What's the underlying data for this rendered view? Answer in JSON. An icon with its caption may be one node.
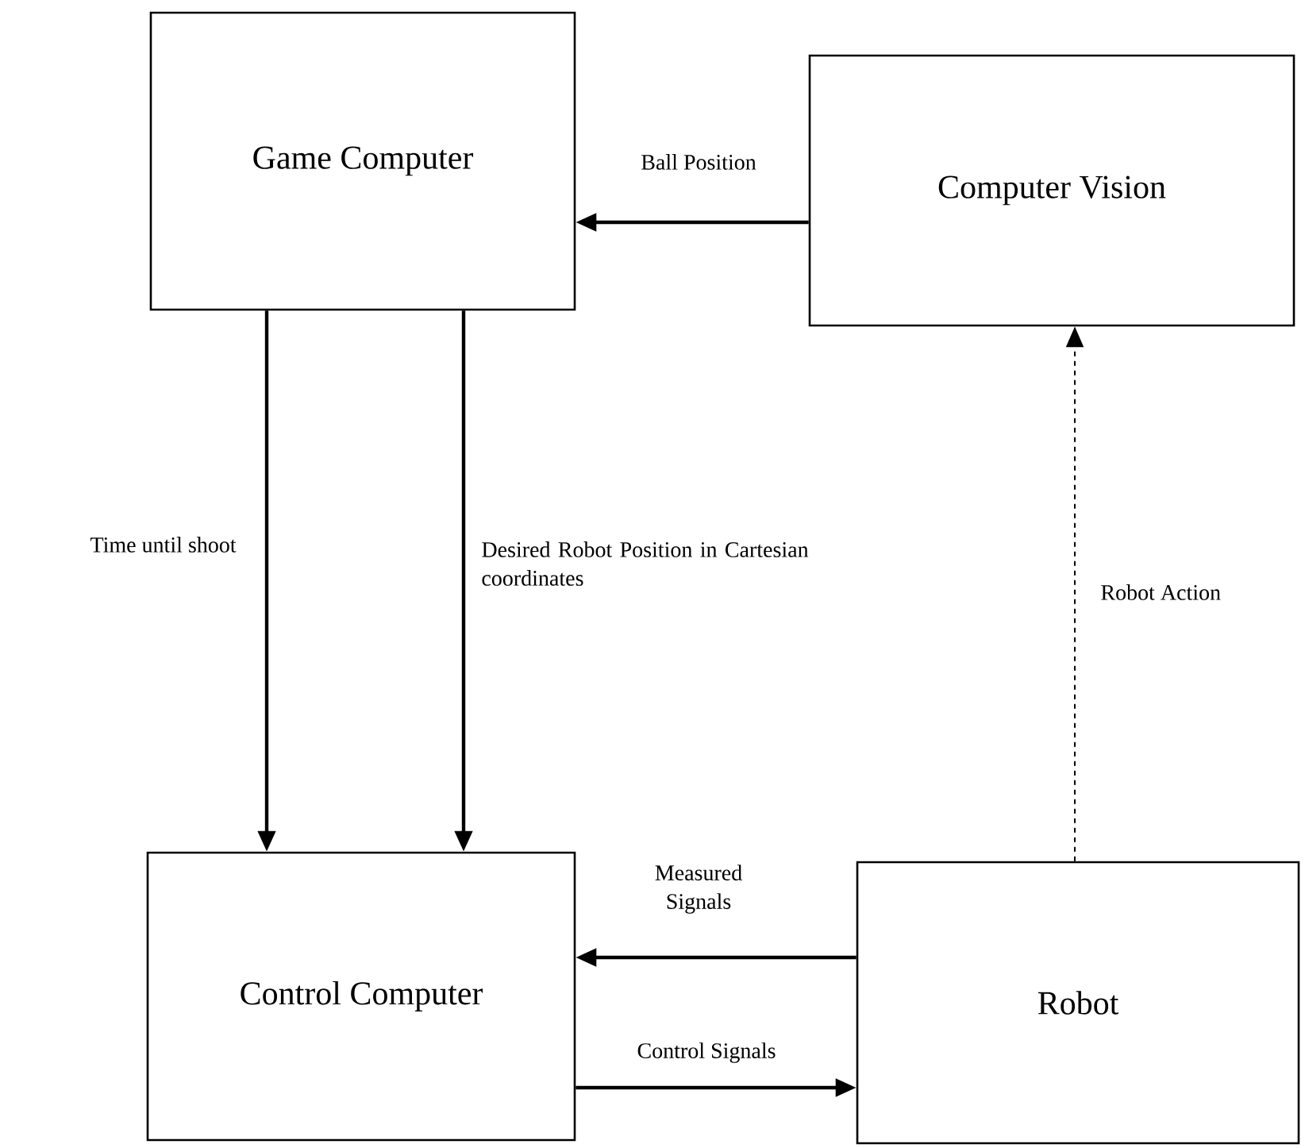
{
  "diagram": {
    "nodes": [
      {
        "text": [
          "Game Computer"
        ]
      },
      {
        "text": [
          "Computer Vision"
        ]
      },
      {
        "text": [
          "Control Computer"
        ]
      },
      {
        "text": [
          "Robot"
        ]
      }
    ],
    "edges": [
      {
        "from": 1,
        "to": 0,
        "arrow": "to",
        "label": "Ball Position"
      },
      {
        "from": 0,
        "to": 2,
        "arrow": "to",
        "label": "Time until shoot"
      },
      {
        "from": 0,
        "to": 2,
        "arrow": "to",
        "label": "Desired Robot Position in Cartesian coordinates"
      },
      {
        "from": 3,
        "to": 1,
        "arrow": "to",
        "label": "Robot Action",
        "style": "dashed"
      },
      {
        "from": 3,
        "to": 2,
        "arrow": "to",
        "label": "Measured Signals"
      },
      {
        "from": 2,
        "to": 3,
        "arrow": "to",
        "label": "Control Signals"
      }
    ]
  }
}
